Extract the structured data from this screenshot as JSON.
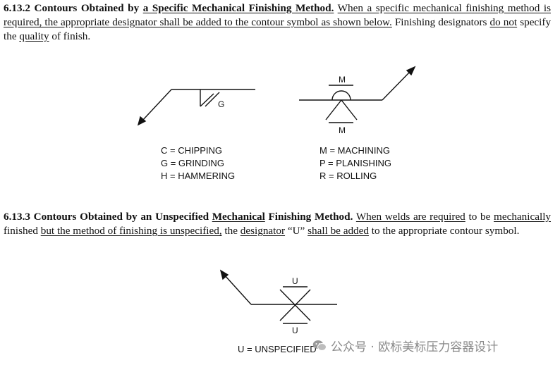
{
  "section_1": {
    "number_title": "6.13.2 Contours Obtained by",
    "title_underlined": "a Specific Mechanical Finishing Method.",
    "s1": "When a specific mechanical finishing method is required, the appropriate designator shall be added to the contour symbol as shown below.",
    "s2a": "Finishing designators",
    "s2b": "do not",
    "s2c": "specify the",
    "s2d": "quality",
    "s2e": "of finish."
  },
  "figure_1": {
    "left_label": "G",
    "right_top_label": "M",
    "right_bottom_label": "M",
    "legend_left": [
      "C = CHIPPING",
      "G = GRINDING",
      "H = HAMMERING"
    ],
    "legend_right": [
      "M = MACHINING",
      "P = PLANISHING",
      "R = ROLLING"
    ]
  },
  "section_2": {
    "t1": "6.13.3 Contours Obtained by an Unspecified",
    "t2": "Mechanical",
    "t3": "Finishing Method.",
    "b1": "When welds are required",
    "b2": "to be",
    "b3": "mechanically",
    "b4": "finished",
    "b5": "but the method of finishing is unspecified,",
    "b6": "the",
    "b7": "designator",
    "b8": "“U”",
    "b9": "shall be added",
    "b10": "to the appropriate contour symbol."
  },
  "figure_2": {
    "top_label": "U",
    "bottom_label": "U",
    "legend": "U = UNSPECIFIED"
  },
  "watermark": {
    "text": "公众号 · 欧标美标压力容器设计",
    "icon": "wechat-icon"
  }
}
